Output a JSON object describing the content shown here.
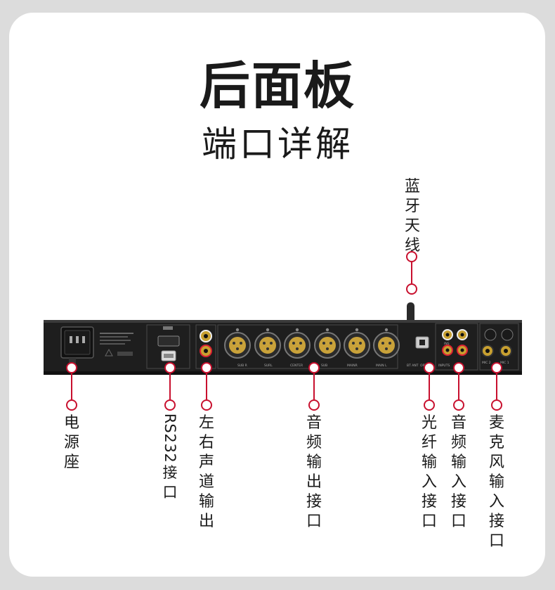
{
  "title": "后面板",
  "subtitle": "端口详解",
  "accent_color": "#c8102e",
  "labels": {
    "bluetooth": "蓝牙天线",
    "power": "电源座",
    "rs232": "RS232接口",
    "lr_out": "左右声道输出",
    "audio_out": "音频输出接口",
    "optical": "光纤输入接口",
    "audio_in": "音频输入接口",
    "mic_in": "麦克风输入接口"
  },
  "device_marks": {
    "xlr_labels": [
      "SUB R",
      "SURL",
      "CENTER",
      "SUB",
      "MAINR",
      "MAIN L"
    ],
    "bt_ant": "BT ANT",
    "optical_label": "OPTICAL",
    "inputs_label": "INPUTS",
    "ins_label": "INS",
    "mic_labels": [
      "MIC 2",
      "MIC 1"
    ]
  }
}
